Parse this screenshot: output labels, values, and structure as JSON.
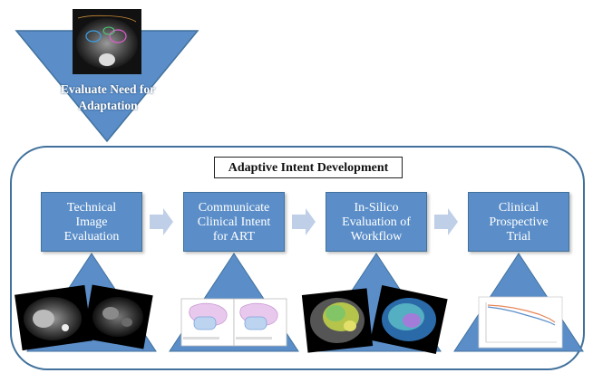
{
  "top_step": {
    "label": "Evaluate Need for\nAdaptation"
  },
  "panel": {
    "title": "Adaptive Intent Development"
  },
  "steps": [
    {
      "label": "Technical\nImage\nEvaluation"
    },
    {
      "label": "Communicate\nClinical Intent\nfor ART"
    },
    {
      "label": "In-Silico\nEvaluation of\nWorkflow"
    },
    {
      "label": "Clinical\nProspective\nTrial"
    }
  ],
  "colors": {
    "step_fill": "#5b8ec9",
    "panel_border": "#41719c",
    "arrow": "#bfcfe8",
    "plot_line_1": "#e8875a",
    "plot_line_2": "#5b8ec9"
  },
  "icons": [
    "ct-scan-image",
    "mri-scan-image",
    "contour-diagram-image",
    "dose-map-image",
    "survival-plot-image"
  ]
}
